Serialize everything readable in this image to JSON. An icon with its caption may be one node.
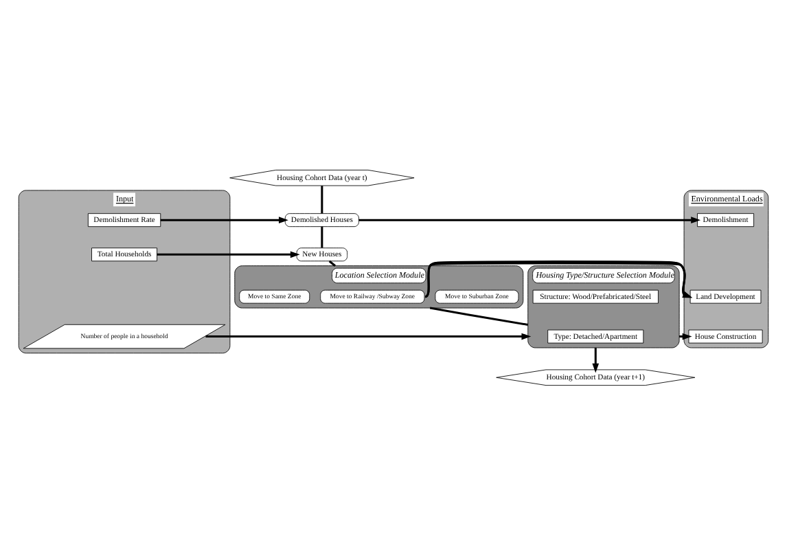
{
  "diagram": {
    "nodes": [
      {
        "text": [
          "Housing Cohort Data (year t)"
        ]
      },
      {
        "text": [
          "Input"
        ]
      },
      {
        "text": [
          "Demolishment Rate"
        ],
        "in": 1
      },
      {
        "text": [
          "Total Households"
        ],
        "in": 1
      },
      {
        "text": [
          "Number of people in a household"
        ],
        "in": 1
      },
      {
        "text": [
          "Demolished Houses"
        ]
      },
      {
        "text": [
          "New Houses"
        ]
      },
      {
        "text": [
          "Location Selection Module"
        ]
      },
      {
        "text": [
          "Move to Same Zone"
        ],
        "in": 7
      },
      {
        "text": [
          "Move to Railway /Subway Zone"
        ],
        "in": 7
      },
      {
        "text": [
          "Move to Suburban Zone"
        ],
        "in": 7
      },
      {
        "text": [
          "Housing Type/Structure Selection Module"
        ]
      },
      {
        "text": [
          "Structure: Wood/Prefabricated/Steel"
        ],
        "in": 11
      },
      {
        "text": [
          "Type: Detached/Apartment"
        ],
        "in": 11
      },
      {
        "text": [
          "Environmental Loads"
        ]
      },
      {
        "text": [
          "Demolishment"
        ],
        "in": 14
      },
      {
        "text": [
          "Land Development"
        ],
        "in": 14
      },
      {
        "text": [
          "House Construction"
        ],
        "in": 14
      },
      {
        "text": [
          "Housing Cohort Data (year t+1)"
        ]
      }
    ],
    "edges": [
      {
        "from": 0,
        "to": 5,
        "arrow": "none"
      },
      {
        "from": 5,
        "to": 6,
        "arrow": "none"
      },
      {
        "from": 6,
        "to": 7,
        "arrow": "none"
      },
      {
        "from": 7,
        "to": 11,
        "arrow": "none"
      },
      {
        "from": 11,
        "to": 18,
        "arrow": "to"
      },
      {
        "from": 2,
        "to": 5,
        "arrow": "to"
      },
      {
        "from": 3,
        "to": 6,
        "arrow": "to"
      },
      {
        "from": 5,
        "to": 15,
        "arrow": "to"
      },
      {
        "from": 7,
        "to": 16,
        "arrow": "to"
      },
      {
        "from": 4,
        "to": 11,
        "arrow": "to"
      },
      {
        "from": 11,
        "to": 17,
        "arrow": "to"
      }
    ]
  }
}
